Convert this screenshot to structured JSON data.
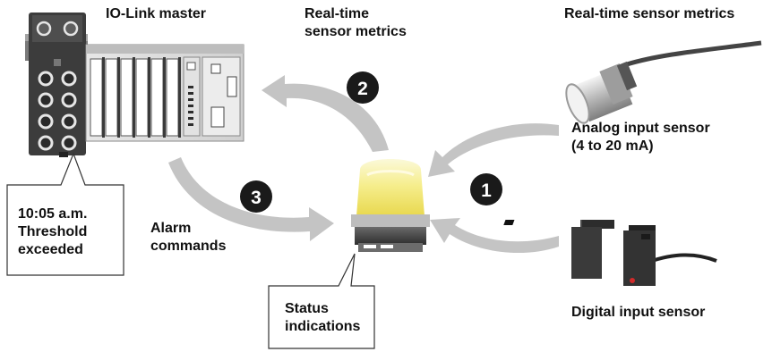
{
  "labels": {
    "io_link_master": "IO-Link master",
    "realtime_center": [
      "Real-time",
      "sensor metrics"
    ],
    "realtime_right": "Real-time sensor metrics",
    "analog_sensor": [
      "Analog input sensor",
      "(4 to 20 mA)"
    ],
    "digital_sensor": "Digital input sensor",
    "alarm_commands": [
      "Alarm",
      "commands"
    ]
  },
  "callouts": {
    "alarm_note": [
      "10:05 a.m.",
      "Threshold",
      "exceeded"
    ],
    "status_note": [
      "Status",
      "indications"
    ]
  },
  "steps": [
    "1",
    "2",
    "3"
  ],
  "icons": {
    "master": "io-link-master-icon",
    "plc": "plc-unit-icon",
    "lamp": "signal-tower-lamp-icon",
    "analog": "analog-sensor-icon",
    "digital": "photoelectric-sensor-icon"
  },
  "colors": {
    "arrow": "#c4c4c4",
    "lamp_glow": "#f5f08a",
    "badge": "#1a1a1a",
    "text": "#111111"
  }
}
